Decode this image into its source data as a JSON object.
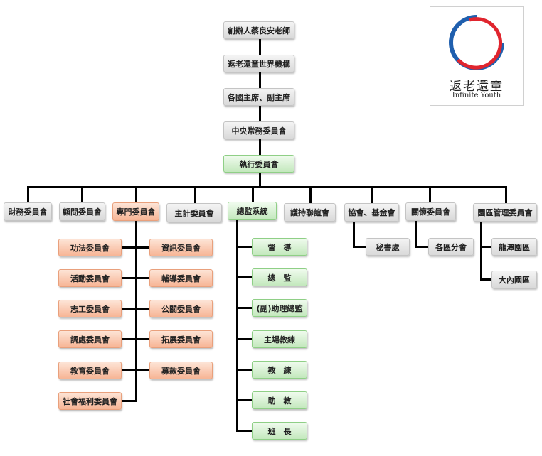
{
  "logo": {
    "name_cn": "返老還童",
    "name_en": "Infinite Youth",
    "colors": {
      "blue": "#1f5fae",
      "red": "#e0252e"
    }
  },
  "colors": {
    "gray_box": "#e6e6e6",
    "green_box": "#d4f0cf",
    "orange_box": "#f9c6ab",
    "connector": "#000000"
  },
  "top_chain": [
    "創辦人蔡良安老師",
    "返老還童世界機構",
    "各國主席、副主席",
    "中央常務委員會",
    "執行委員會"
  ],
  "level2": {
    "finance": "財務委員會",
    "advisory": "顧問委員會",
    "special": "專門委員會",
    "accounting": "主計委員會",
    "supervision": "總監系統",
    "support": "護持聯誼會",
    "association": "協會、基金會",
    "care": "關懷委員會",
    "park_mgmt": "園區管理委員會"
  },
  "special_committees": {
    "left": [
      "功法委員會",
      "活動委員會",
      "志工委員會",
      "調處委員會",
      "教育委員會",
      "社會福利委員會"
    ],
    "right": [
      "資訊委員會",
      "輔導委員會",
      "公關委員會",
      "拓展委員會",
      "募款委員會"
    ]
  },
  "supervision_system": [
    "督　導",
    "總　監",
    "(副)助理總監",
    "主場教練",
    "教　練",
    "助　教",
    "班　長"
  ],
  "association_children": [
    "秘書處"
  ],
  "care_children": [
    "各區分會"
  ],
  "park_children": [
    "龍潭園區",
    "大內園區"
  ]
}
